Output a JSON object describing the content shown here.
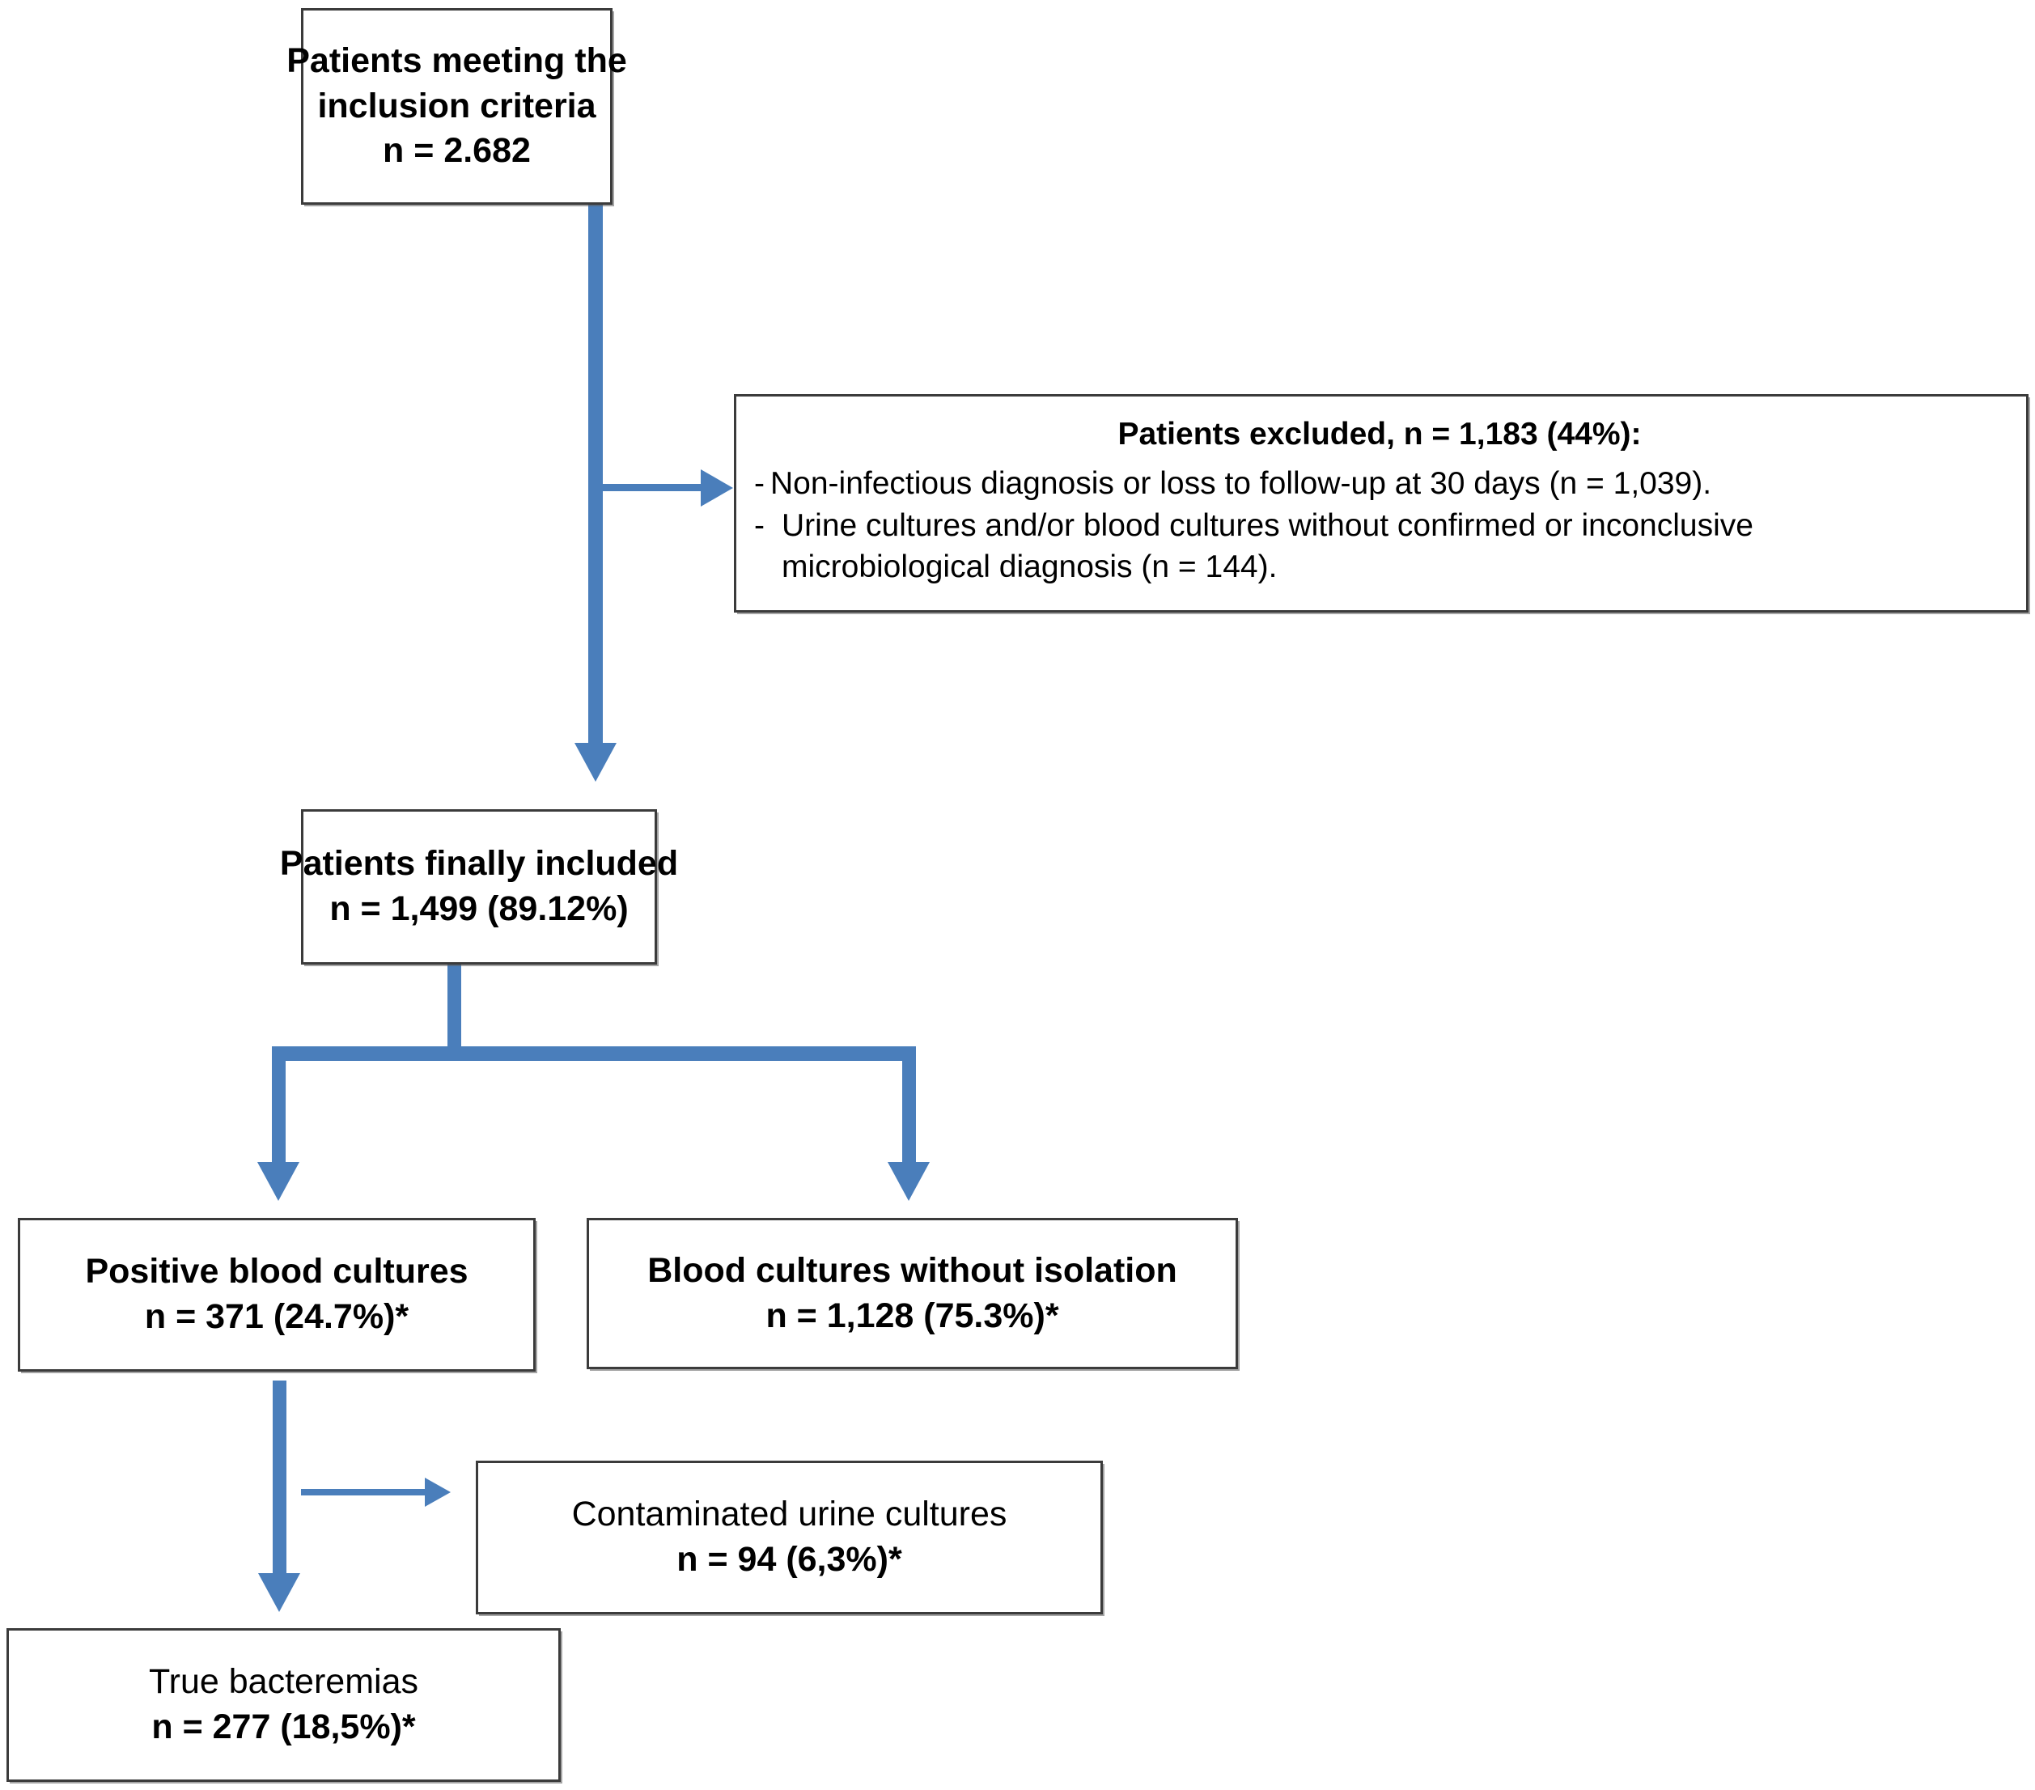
{
  "diagram": {
    "type": "patient-flow-diagram",
    "accent_color": "#4a7ebb",
    "box_border_color": "#3b3b3b",
    "background_color": "#ffffff",
    "nodes": {
      "inclusion": {
        "title_line1": "Patients meeting the",
        "title_line2": "inclusion criteria",
        "count_line": "n = 2.682"
      },
      "excluded": {
        "title": "Patients excluded, n = 1,183 (44%):",
        "bullet_dash": "-",
        "items": [
          {
            "text": "Non-infectious diagnosis or loss to follow-up at 30 days (n = 1,039)."
          },
          {
            "text_line1": "Urine cultures and/or blood cultures without confirmed or inconclusive",
            "text_line2": "microbiological diagnosis (n = 144)."
          }
        ]
      },
      "included": {
        "title": "Patients finally included",
        "count_line": "n = 1,499 (89.12%)"
      },
      "positive_blood_cultures": {
        "title": "Positive blood cultures",
        "count_line": "n = 371 (24.7%)*"
      },
      "blood_cultures_without_isolation": {
        "title": "Blood cultures without isolation",
        "count_line": "n = 1,128 (75.3%)*"
      },
      "contaminated_urine_cultures": {
        "title": "Contaminated urine cultures",
        "count_line": "n = 94 (6,3%)*"
      },
      "true_bacteremias": {
        "title": "True bacteremias",
        "count_line": "n = 277 (18,5%)*"
      }
    }
  },
  "chart_data": {
    "type": "flowchart",
    "title": "Patient selection flow diagram",
    "nodes": [
      {
        "id": "inclusion",
        "label": "Patients meeting the inclusion criteria",
        "n": 2682,
        "percent": null
      },
      {
        "id": "excluded",
        "label": "Patients excluded",
        "n": 1183,
        "percent": 44
      },
      {
        "id": "excluded_a",
        "label": "Non-infectious diagnosis or loss to follow-up at 30 days",
        "n": 1039,
        "percent": null
      },
      {
        "id": "excluded_b",
        "label": "Urine cultures and/or blood cultures without confirmed or inconclusive microbiological diagnosis",
        "n": 144,
        "percent": null
      },
      {
        "id": "included",
        "label": "Patients finally included",
        "n": 1499,
        "percent": 89.12
      },
      {
        "id": "positive",
        "label": "Positive blood cultures",
        "n": 371,
        "percent": 24.7
      },
      {
        "id": "noisolation",
        "label": "Blood cultures without isolation",
        "n": 1128,
        "percent": 75.3
      },
      {
        "id": "contaminated",
        "label": "Contaminated urine cultures",
        "n": 94,
        "percent": 6.3
      },
      {
        "id": "truebact",
        "label": "True bacteremias",
        "n": 277,
        "percent": 18.5
      }
    ],
    "edges": [
      {
        "from": "inclusion",
        "to": "included",
        "style": "thick-down"
      },
      {
        "from": "inclusion",
        "to": "excluded",
        "style": "thin-right"
      },
      {
        "from": "included",
        "to": "positive",
        "style": "thick-split-down"
      },
      {
        "from": "included",
        "to": "noisolation",
        "style": "thick-split-down"
      },
      {
        "from": "positive",
        "to": "truebact",
        "style": "thick-down"
      },
      {
        "from": "positive",
        "to": "contaminated",
        "style": "thin-right"
      }
    ]
  }
}
